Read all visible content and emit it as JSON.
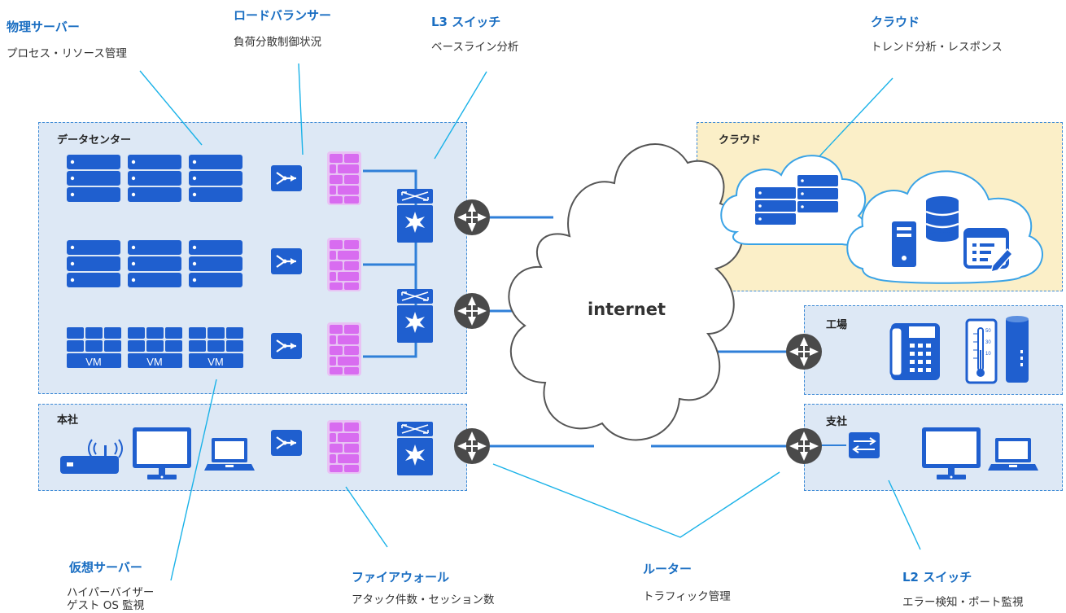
{
  "callouts": {
    "physical_server": {
      "title": "物理サーバー",
      "desc": "プロセス・リソース管理"
    },
    "load_balancer": {
      "title": "ロードバランサー",
      "desc": "負荷分散制御状況"
    },
    "l3_switch": {
      "title": "L3 スイッチ",
      "desc": "ベースライン分析"
    },
    "cloud": {
      "title": "クラウド",
      "desc": "トレンド分析・レスポンス"
    },
    "virtual_server": {
      "title": "仮想サーバー",
      "desc_line1": "ハイパーバイザー",
      "desc_line2": "ゲスト OS 監視"
    },
    "firewall": {
      "title": "ファイアウォール",
      "desc": "アタック件数・セッション数"
    },
    "router": {
      "title": "ルーター",
      "desc": "トラフィック管理"
    },
    "l2_switch": {
      "title": "L2 スイッチ",
      "desc": "エラー検知・ポート監視"
    }
  },
  "zones": {
    "datacenter": "データセンター",
    "headquarters": "本社",
    "cloud": "クラウド",
    "factory": "工場",
    "branch": "支社"
  },
  "internet_label": "internet",
  "vm_label": "VM",
  "thermo_ticks": [
    "50",
    "30",
    "10"
  ],
  "colors": {
    "accent": "#1a6ec2",
    "device_blue": "#1f5fcf",
    "firewall_purple": "#d86cf0",
    "router_dark": "#4a4a4a",
    "link_blue": "#2f7fd8",
    "zone_blue": "#dde8f5",
    "zone_cream": "#fbefc8"
  }
}
